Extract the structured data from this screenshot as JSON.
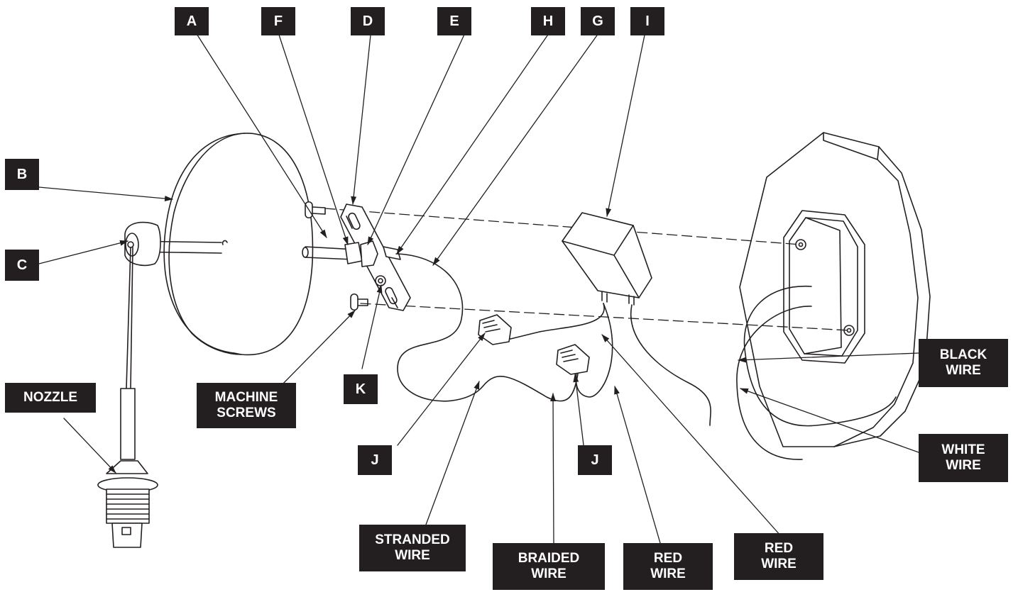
{
  "callouts": {
    "A": "A",
    "B": "B",
    "C": "C",
    "D": "D",
    "E": "E",
    "F": "F",
    "G": "G",
    "H": "H",
    "I": "I",
    "J1": "J",
    "J2": "J",
    "K": "K",
    "nozzle": "NOZZLE",
    "machine_screws": "MACHINE\nSCREWS",
    "black_wire": "BLACK\nWIRE",
    "white_wire": "WHITE\nWIRE",
    "stranded_wire": "STRANDED\nWIRE",
    "braided_wire": "BRAIDED\nWIRE",
    "red_wire_1": "RED\nWIRE",
    "red_wire_2": "RED\nWIRE"
  },
  "colors": {
    "label_bg": "#231f20",
    "label_text": "#ffffff",
    "line": "#231f20"
  }
}
